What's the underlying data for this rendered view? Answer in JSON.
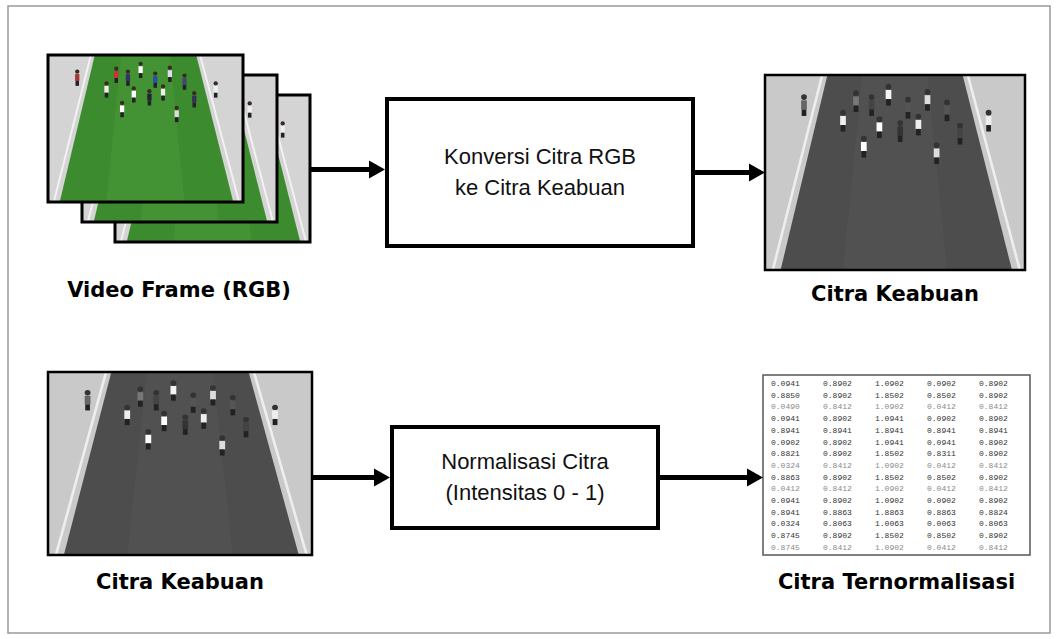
{
  "diagram": {
    "nodes": [
      {
        "text": [
          "Video Frame (RGB)"
        ]
      },
      {
        "text": [
          "Konversi Citra RGB ke Citra Keabuan"
        ]
      },
      {
        "text": [
          "Citra Keabuan"
        ]
      },
      {
        "text": [
          "Citra Keabuan"
        ]
      },
      {
        "text": [
          "Normalisasi Citra (Intensitas 0 - 1)"
        ]
      },
      {
        "text": [
          "Citra Ternormalisasi"
        ]
      }
    ],
    "edges": [
      {
        "from": 0,
        "to": 1,
        "arrow": "to"
      },
      {
        "from": 1,
        "to": 2,
        "arrow": "to"
      },
      {
        "from": 3,
        "to": 4,
        "arrow": "to"
      },
      {
        "from": 4,
        "to": 5,
        "arrow": "to"
      }
    ],
    "labels": [
      "0.0941",
      "0.8902",
      "1.0902",
      "0.0902",
      "0.8902",
      "0.8850",
      "0.8902",
      "1.8502",
      "0.8502",
      "0.8902",
      "0.0490",
      "0.8412",
      "1.0902",
      "0.0412",
      "0.8412",
      "0.0941",
      "0.8902",
      "1.0941",
      "0.0902",
      "0.8902",
      "0.8941",
      "0.8941",
      "1.8941",
      "0.8941",
      "0.8941",
      "0.0902",
      "0.8902",
      "1.0941",
      "0.0941",
      "0.8902",
      "0.8821",
      "0.8902",
      "1.8502",
      "0.8311",
      "0.8902",
      "0.0324",
      "0.8412",
      "1.0902",
      "0.0412",
      "0.8412",
      "0.8863",
      "0.8902",
      "1.8502",
      "0.8502",
      "0.8902",
      "0.0412",
      "0.8412",
      "1.0902",
      "0.0412",
      "0.8412",
      "0.0941",
      "0.8902",
      "1.0902",
      "0.0902",
      "0.8902",
      "0.8941",
      "0.8863",
      "1.8863",
      "0.8863",
      "0.8824",
      "0.0324",
      "0.8063",
      "1.0063",
      "0.0063",
      "0.8063",
      "0.8745",
      "0.8902",
      "1.8502",
      "0.8502",
      "0.8902",
      "0.8745",
      "0.8412",
      "1.0902",
      "0.0412",
      "0.8412"
    ]
  }
}
